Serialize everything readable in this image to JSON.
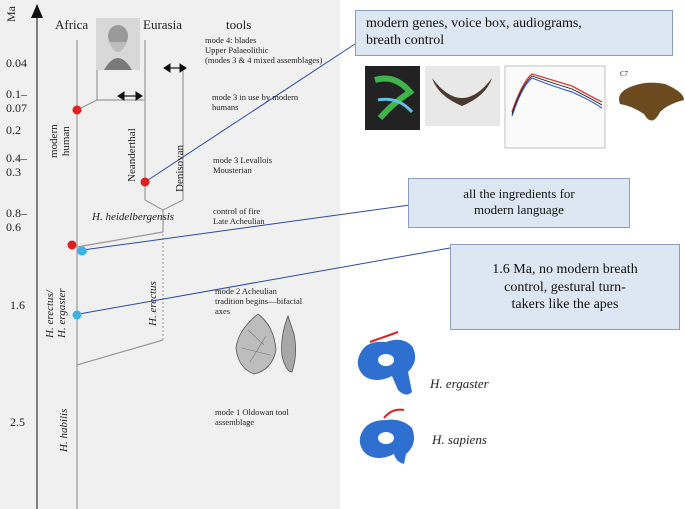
{
  "axis": {
    "label": "Ma",
    "ticks": [
      "0.04",
      "0.1–\n0.07",
      "0.2",
      "0.4–\n0.3",
      "0.8–\n0.6",
      "1.6",
      "2.5"
    ]
  },
  "columns": {
    "africa": "Africa",
    "eurasia": "Eurasia",
    "tools": "tools"
  },
  "lineages": {
    "modern_human": "modern\nhuman",
    "neanderthal": "Neanderthal",
    "denisovan": "Denisovan",
    "heidelbergensis": "H. heidelbergensis",
    "erectus_ergaster": "H. erectus/\nH. ergaster",
    "erectus": "H. erectus",
    "habilis": "H. habilis"
  },
  "tools_notes": [
    "mode 4: blades\nUpper Palaeolithic\n(modes 3 & 4 mixed assemblages)",
    "mode 3 in use by modern\nhumans",
    "mode 3 Levallois\nMousterian",
    "control of fire\nLate Acheulian",
    "mode 2 Acheulian\ntradition begins—bifacial\naxes",
    "mode 1 Oldowan tool\nassemblage"
  ],
  "callouts": {
    "top": "modern genes, voice box, audiograms,\nbreath control",
    "middle": "all the ingredients for\nmodern language",
    "bottom": "1.6 Ma, no modern breath\ncontrol, gestural turn-\ntakers like the apes"
  },
  "graph_label": "C7",
  "vertebrae": {
    "ergaster": "H. ergaster",
    "sapiens": "H. sapiens"
  },
  "colors": {
    "panel": "#f0f0f0",
    "callout_fill": "#dde6f3",
    "callout_border": "#8a9cbf",
    "red_marker": "#e02020",
    "cyan_marker": "#3bb3e6",
    "connector": "#2b4aa0",
    "vertebra": "#2f6fd0"
  }
}
